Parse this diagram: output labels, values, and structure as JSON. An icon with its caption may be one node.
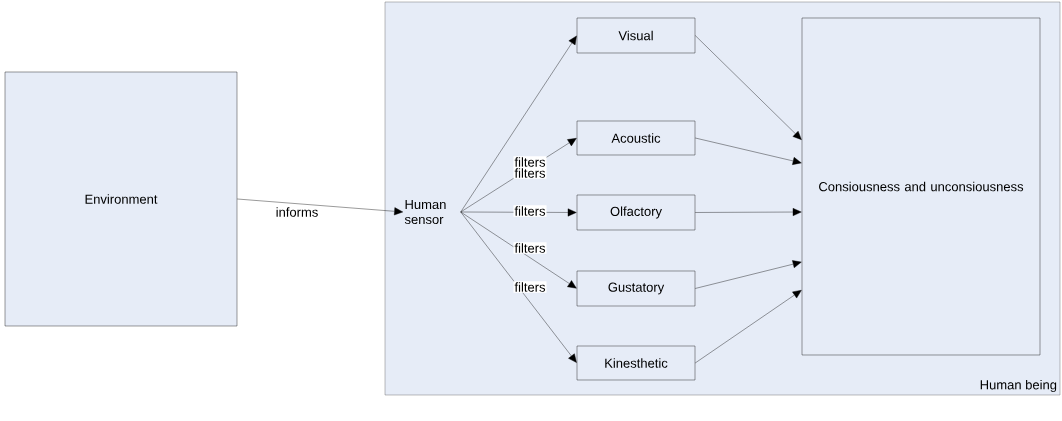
{
  "diagram": {
    "nodes": [
      {
        "text": [
          "Environment"
        ]
      },
      {
        "text": [
          "Human being"
        ]
      },
      {
        "text": [
          "Human sensor"
        ],
        "in": 1
      },
      {
        "text": [
          "Visual"
        ],
        "in": 1
      },
      {
        "text": [
          "Acoustic"
        ],
        "in": 1
      },
      {
        "text": [
          "Olfactory"
        ],
        "in": 1
      },
      {
        "text": [
          "Gustatory"
        ],
        "in": 1
      },
      {
        "text": [
          "Kinesthetic"
        ],
        "in": 1
      },
      {
        "text": [
          "Consiousness and unconsiousness"
        ],
        "in": 1
      }
    ],
    "edges": [
      {
        "from": 0,
        "to": 2,
        "arrow": "to",
        "label": "informs"
      },
      {
        "from": 2,
        "to": 3,
        "arrow": "to",
        "label": "filters"
      },
      {
        "from": 2,
        "to": 4,
        "arrow": "to",
        "label": "filters"
      },
      {
        "from": 2,
        "to": 5,
        "arrow": "to",
        "label": "filters"
      },
      {
        "from": 2,
        "to": 6,
        "arrow": "to",
        "label": "filters"
      },
      {
        "from": 2,
        "to": 7,
        "arrow": "to",
        "label": "filters"
      },
      {
        "from": 3,
        "to": 8,
        "arrow": "to"
      },
      {
        "from": 4,
        "to": 8,
        "arrow": "to"
      },
      {
        "from": 5,
        "to": 8,
        "arrow": "to"
      },
      {
        "from": 6,
        "to": 8,
        "arrow": "to"
      },
      {
        "from": 7,
        "to": 8,
        "arrow": "to"
      }
    ]
  }
}
